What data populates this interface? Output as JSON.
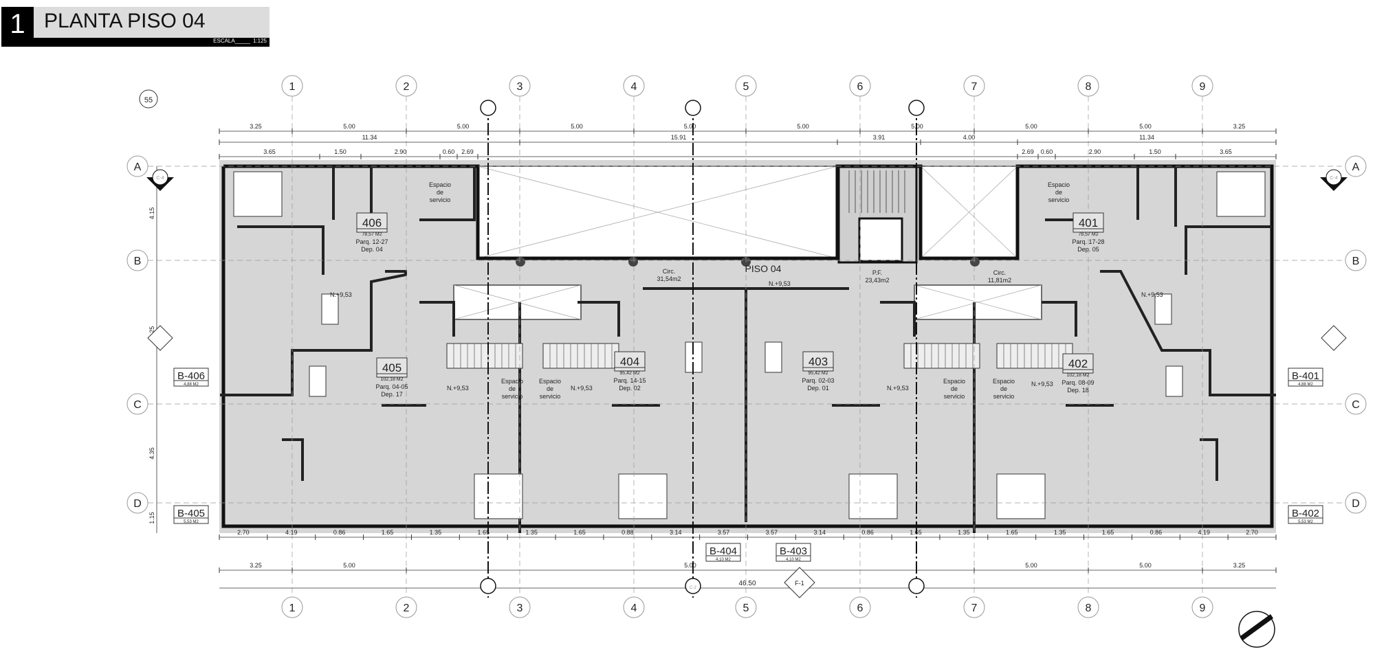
{
  "title": {
    "number": "1",
    "text": "PLANTA PISO 04",
    "scale_label": "ESCALA_____",
    "scale": "1:125"
  },
  "grid": {
    "columns": [
      "1",
      "2",
      "3",
      "4",
      "5",
      "6",
      "7",
      "8",
      "9"
    ],
    "rows": [
      "A",
      "B",
      "C",
      "D"
    ]
  },
  "reference_bubble": "55",
  "units": [
    {
      "number": "406",
      "area": "78,57 M2",
      "parking": "Parq. 12-27",
      "storage": "Dep. 04"
    },
    {
      "number": "405",
      "area": "102,18 M2",
      "parking": "Parq. 04-05",
      "storage": "Dep. 17"
    },
    {
      "number": "404",
      "area": "95,42 M2",
      "parking": "Parq. 14-15",
      "storage": "Dep. 02"
    },
    {
      "number": "403",
      "area": "95,42 M2",
      "parking": "Parq. 02-03",
      "storage": "Dep. 01"
    },
    {
      "number": "402",
      "area": "102,18 M2",
      "parking": "Parq. 08-09",
      "storage": "Dep. 18"
    },
    {
      "number": "401",
      "area": "78,57 M2",
      "parking": "Parq. 17-28",
      "storage": "Dep. 05"
    }
  ],
  "balconies": [
    {
      "name": "B-406",
      "area": "4,88 M2"
    },
    {
      "name": "B-405",
      "area": "5,53 M2"
    },
    {
      "name": "B-404",
      "area": "4,10 M2"
    },
    {
      "name": "B-403",
      "area": "4,10 M2"
    },
    {
      "name": "B-401",
      "area": "4,88 M2"
    },
    {
      "name": "B-402",
      "area": "5,53 M2"
    }
  ],
  "labels": {
    "floor": "PISO 04",
    "level": "N.+9,53",
    "circ_1": {
      "name": "Circ.",
      "area": "31,54m2"
    },
    "pf": {
      "name": "P.F.",
      "area": "23,43m2"
    },
    "circ_2": {
      "name": "Circ.",
      "area": "11,81m2"
    },
    "service": [
      "Espacio",
      "de",
      "servicio"
    ]
  },
  "dimensions": {
    "top_grid": [
      "3.25",
      "5.00",
      "5.00",
      "5.00",
      "5.00",
      "5.00",
      "5.00",
      "5.00",
      "5.00",
      "3.25"
    ],
    "top_overall": [
      "11.34",
      "15.91",
      "3.91",
      "4.00",
      "11.34"
    ],
    "top_detail": [
      "3.65",
      "1.50",
      "2.90",
      "0.60",
      "2.69",
      "2.69",
      "0.60",
      "2.90",
      "1.50",
      "3.65"
    ],
    "bottom_detail": [
      "2.70",
      "4.19",
      "0.86",
      "1.65",
      "1.35",
      "1.65",
      "1.35",
      "1.65",
      "0.88",
      "3.14",
      "3.57",
      "3.57",
      "3.14",
      "0.86",
      "1.65",
      "1.35",
      "1.65",
      "1.35",
      "1.65",
      "0.86",
      "4.19",
      "2.70"
    ],
    "bottom_grid": [
      "3.25",
      "5.00",
      "5.00",
      "5.00",
      "5.00",
      "3.25"
    ],
    "total": "46.50",
    "left_vertical": [
      "4.15",
      "6.25",
      "4.35",
      "1.15"
    ]
  },
  "section_markers": [
    "C-4",
    "C-2",
    "F-1"
  ]
}
